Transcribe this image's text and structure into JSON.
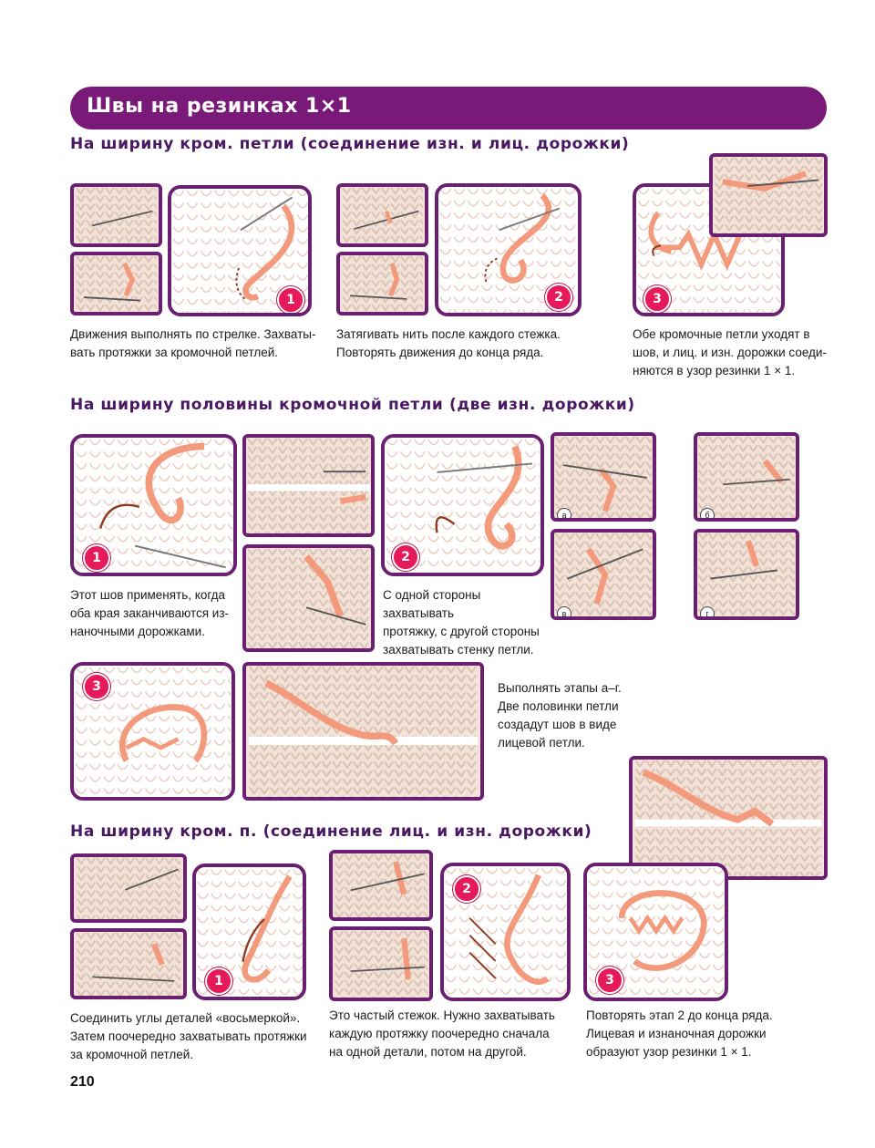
{
  "banner": {
    "title": "Швы на резинках 1×1"
  },
  "sections": [
    {
      "title": "На ширину кром. петли (соединение изн. и лиц. дорожки)",
      "steps": [
        {
          "badge": "1",
          "caption": [
            "Движения выполнять по стрелке. Захваты-",
            "вать протяжки за кромочной петлей."
          ]
        },
        {
          "badge": "2",
          "caption": [
            "Затягивать нить после каждого стежка.",
            "Повторять движения до конца ряда."
          ]
        },
        {
          "badge": "3",
          "caption": [
            "Обе кромочные петли уходят в",
            "шов, и лиц. и изн. дорожки соеди-",
            "няются в узор резинки 1 × 1."
          ]
        }
      ]
    },
    {
      "title": "На ширину половины кромочной петли (две изн. дорожки)",
      "steps": [
        {
          "badge": "1",
          "caption": [
            "Этот шов применять, когда",
            "оба края заканчиваются из-",
            "наночными дорожками."
          ]
        },
        {
          "badge": "2",
          "caption": [
            "С одной стороны захватывать",
            "протяжку, с другой стороны",
            "захватывать стенку петли."
          ]
        },
        {
          "badge": "3",
          "caption": [
            "Выполнять этапы а–г.",
            "Две половинки петли",
            "создадут шов в виде",
            "лицевой петли."
          ]
        }
      ],
      "photo_letters": [
        "а",
        "б",
        "в",
        "г"
      ]
    },
    {
      "title": "На ширину кром. п. (соединение лиц. и изн. дорожки)",
      "steps": [
        {
          "badge": "1",
          "caption": [
            "Соединить углы деталей «восьмеркой».",
            "Затем поочередно захватывать протяжки",
            "за кромочной петлей."
          ]
        },
        {
          "badge": "2",
          "caption": [
            "Это частый стежок. Нужно захватывать",
            "каждую протяжку поочередно сначала",
            "на одной детали, потом на другой."
          ]
        },
        {
          "badge": "3",
          "caption": [
            "Повторять этап 2 до конца ряда.",
            "Лицевая и изнаночная дорожки",
            "образуют узор резинки 1 × 1."
          ]
        }
      ]
    }
  ],
  "page_number": "210",
  "colors": {
    "banner": "#7a1a78",
    "frame": "#6b1f72",
    "title": "#4a1762",
    "badge": "#e6195a",
    "yarn": "#f49a7c",
    "knit": "#f4e3da"
  }
}
